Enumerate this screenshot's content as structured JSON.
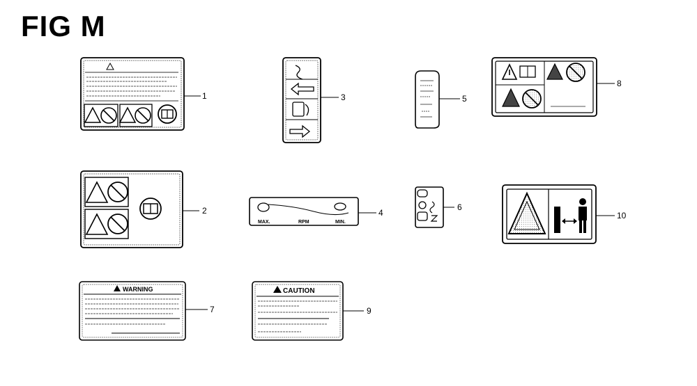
{
  "figure": {
    "title": "FIG M"
  },
  "callouts": [
    {
      "id": "1",
      "label": "1"
    },
    {
      "id": "2",
      "label": "2"
    },
    {
      "id": "3",
      "label": "3"
    },
    {
      "id": "4",
      "label": "4"
    },
    {
      "id": "5",
      "label": "5"
    },
    {
      "id": "6",
      "label": "6"
    },
    {
      "id": "7",
      "label": "7"
    },
    {
      "id": "8",
      "label": "8"
    },
    {
      "id": "9",
      "label": "9"
    },
    {
      "id": "10",
      "label": "10"
    }
  ],
  "decals": {
    "warning_header": "WARNING",
    "caution_header": "CAUTION",
    "throttle_labels": [
      "MAX.",
      "RPM",
      "MIN."
    ]
  }
}
